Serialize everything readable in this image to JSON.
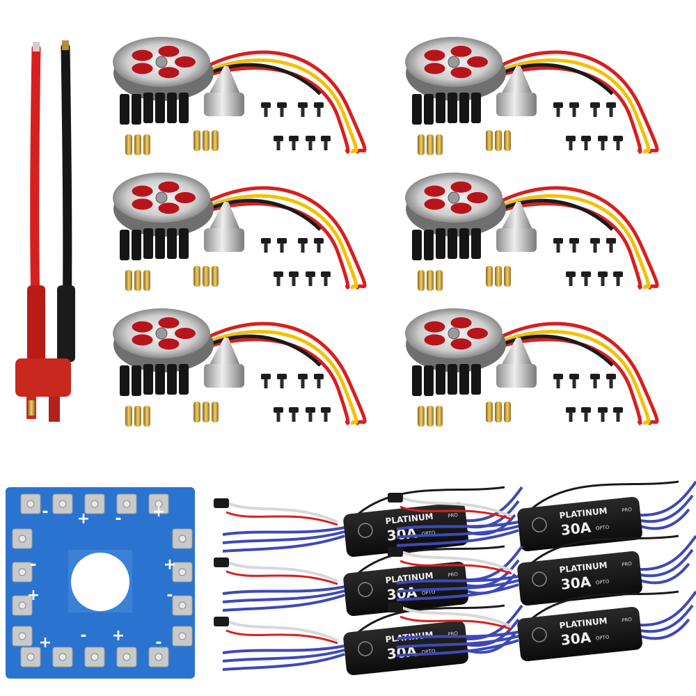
{
  "scene": {
    "background": "#ffffff",
    "motor_kits": [
      {
        "name": "motor-kit-1"
      },
      {
        "name": "motor-kit-2"
      },
      {
        "name": "motor-kit-3"
      },
      {
        "name": "motor-kit-4"
      },
      {
        "name": "motor-kit-5"
      },
      {
        "name": "motor-kit-6"
      }
    ],
    "escs": [
      {
        "name": "esc-1",
        "brand": "PLATINUM",
        "pro": "PRO",
        "rating": "30A",
        "mode": "OPTO"
      },
      {
        "name": "esc-2",
        "brand": "PLATINUM",
        "pro": "PRO",
        "rating": "30A",
        "mode": "OPTO"
      },
      {
        "name": "esc-3",
        "brand": "PLATINUM",
        "pro": "PRO",
        "rating": "30A",
        "mode": "OPTO"
      },
      {
        "name": "esc-4",
        "brand": "PLATINUM",
        "pro": "PRO",
        "rating": "30A",
        "mode": "OPTO"
      },
      {
        "name": "esc-5",
        "brand": "PLATINUM",
        "pro": "PRO",
        "rating": "30A",
        "mode": "OPTO"
      },
      {
        "name": "esc-6",
        "brand": "PLATINUM",
        "pro": "PRO",
        "rating": "30A",
        "mode": "OPTO"
      }
    ],
    "pdb_signs": [
      "+",
      "-"
    ],
    "colors": {
      "wire_red": "#d81f1f",
      "wire_black": "#161616",
      "wire_yellow": "#f2c200",
      "wire_blue": "#3d49b8",
      "pdb_blue": "#2a74cf",
      "connector_red": "#c8281e",
      "gold": "#c89a2c"
    }
  }
}
